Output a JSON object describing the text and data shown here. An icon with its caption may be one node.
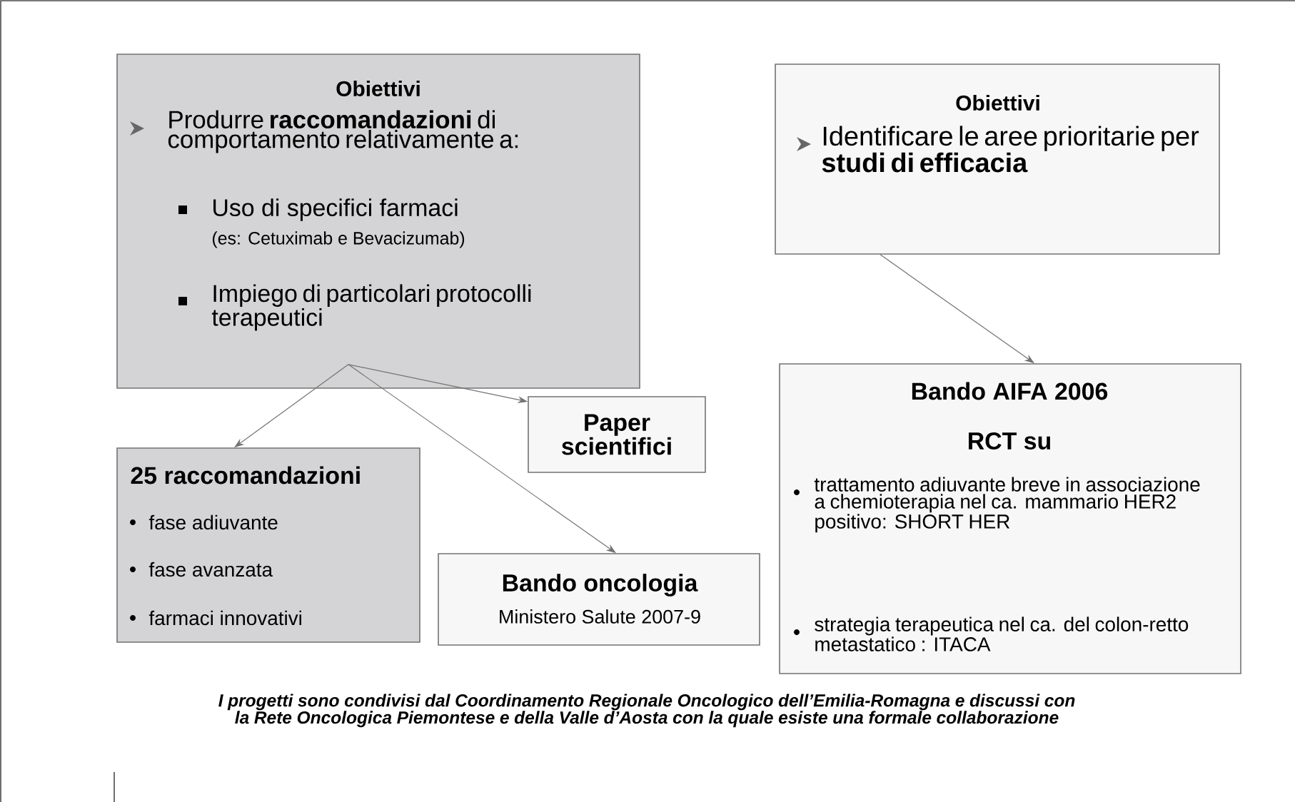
{
  "diagram": {
    "caption": "I progetti sono condivisi dal Coordinamento Regionale Oncologico dell’Emilia-Romagna e discussi con la Rete Oncologica Piemontese e della Valle d’Aosta con la quale esiste una formale collaborazione",
    "nodes": [
      {
        "text": [
          "Obiettivi",
          "Produrre **raccomandazioni** di comportamento relativamente a:",
          "Uso di specifici farmaci",
          "(es: Cetuximab e Bevacizumab)",
          "Impiego di particolari protocolli terapeutici"
        ]
      },
      {
        "text": [
          "Obiettivi",
          "Identificare le aree prioritarie per **studi di efficacia**"
        ]
      },
      {
        "text": [
          "25 raccomandazioni",
          "fase adiuvante",
          "fase avanzata",
          "farmaci innovativi"
        ]
      },
      {
        "text": [
          "Paper scientifici"
        ]
      },
      {
        "text": [
          "Bando oncologia",
          "Ministero Salute 2007-9"
        ]
      },
      {
        "text": [
          "Bando AIFA 2006",
          "RCT su",
          "trattamento adiuvante breve in associazione a chemioterapia nel ca. mammario HER2 positivo: SHORT HER",
          "strategia terapeutica nel ca. del colon-retto metastatico : ITACA"
        ]
      }
    ],
    "edges": [
      {
        "from": 0,
        "to": 2,
        "arrow": "to"
      },
      {
        "from": 0,
        "to": 3,
        "arrow": "to"
      },
      {
        "from": 0,
        "to": 4,
        "arrow": "to"
      },
      {
        "from": 1,
        "to": 5,
        "arrow": "to"
      }
    ]
  }
}
